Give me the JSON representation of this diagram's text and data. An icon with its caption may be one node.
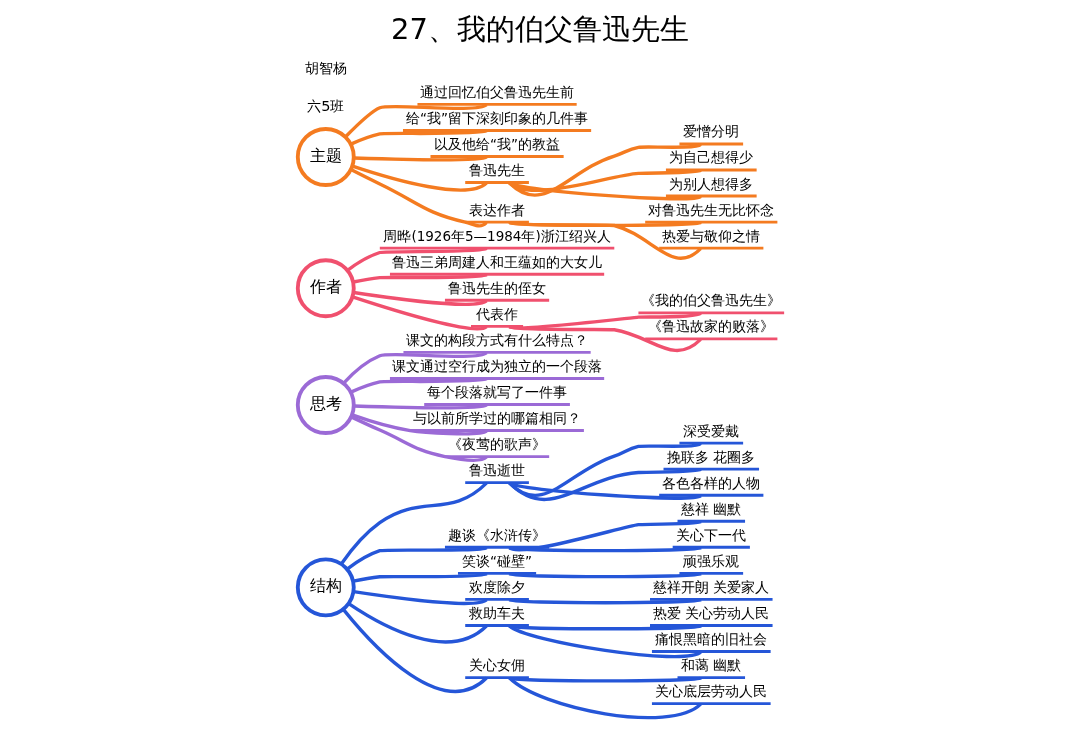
{
  "diagram": {
    "title": "27、我的伯父鲁迅先生",
    "nodes": [
      {
        "text": [
          "主题"
        ]
      },
      {
        "text": [
          "通过回忆伯父鲁迅先生前"
        ]
      },
      {
        "text": [
          "给“我”留下深刻印象的几件事"
        ]
      },
      {
        "text": [
          "以及他给“我”的教益"
        ]
      },
      {
        "text": [
          "鲁迅先生"
        ]
      },
      {
        "text": [
          "爱憎分明"
        ]
      },
      {
        "text": [
          "为自己想得少"
        ]
      },
      {
        "text": [
          "为别人想得多"
        ]
      },
      {
        "text": [
          "表达作者"
        ]
      },
      {
        "text": [
          "对鲁迅先生无比怀念"
        ]
      },
      {
        "text": [
          "热爱与敬仰之情"
        ]
      },
      {
        "text": [
          "作者"
        ]
      },
      {
        "text": [
          "周晔(1926年5—1984年)浙江绍兴人"
        ]
      },
      {
        "text": [
          "鲁迅三弟周建人和王蕴如的大女儿"
        ]
      },
      {
        "text": [
          "鲁迅先生的侄女"
        ]
      },
      {
        "text": [
          "代表作"
        ]
      },
      {
        "text": [
          "《我的伯父鲁迅先生》"
        ]
      },
      {
        "text": [
          "《鲁迅故家的败落》"
        ]
      },
      {
        "text": [
          "思考"
        ]
      },
      {
        "text": [
          "课文的构段方式有什么特点？"
        ]
      },
      {
        "text": [
          "课文通过空行成为独立的一个段落"
        ]
      },
      {
        "text": [
          "每个段落就写了一件事"
        ]
      },
      {
        "text": [
          "与以前所学过的哪篇相同？"
        ]
      },
      {
        "text": [
          "《夜莺的歌声》"
        ]
      },
      {
        "text": [
          "结构"
        ]
      },
      {
        "text": [
          "鲁迅逝世"
        ]
      },
      {
        "text": [
          "深受爱戴"
        ]
      },
      {
        "text": [
          "挽联多 花圈多"
        ]
      },
      {
        "text": [
          "各色各样的人物"
        ]
      },
      {
        "text": [
          "趣谈《水浒传》"
        ]
      },
      {
        "text": [
          "慈祥 幽默"
        ]
      },
      {
        "text": [
          "关心下一代"
        ]
      },
      {
        "text": [
          "笑谈“碰壁”"
        ]
      },
      {
        "text": [
          "顽强乐观"
        ]
      },
      {
        "text": [
          "欢度除夕"
        ]
      },
      {
        "text": [
          "慈祥开朗 关爱家人"
        ]
      },
      {
        "text": [
          "救助车夫"
        ]
      },
      {
        "text": [
          "热爱 关心劳动人民"
        ]
      },
      {
        "text": [
          "痛恨黑暗的旧社会"
        ]
      },
      {
        "text": [
          "关心女佣"
        ]
      },
      {
        "text": [
          "和蔼 幽默"
        ]
      },
      {
        "text": [
          "关心底层劳动人民"
        ]
      }
    ],
    "edges": [
      {
        "from": 0,
        "to": 1,
        "arrow": "none",
        "color": "#f47b20"
      },
      {
        "from": 0,
        "to": 2,
        "arrow": "none",
        "color": "#f47b20"
      },
      {
        "from": 0,
        "to": 3,
        "arrow": "none",
        "color": "#f47b20"
      },
      {
        "from": 0,
        "to": 4,
        "arrow": "none",
        "color": "#f47b20"
      },
      {
        "from": 4,
        "to": 5,
        "arrow": "none",
        "color": "#f47b20"
      },
      {
        "from": 4,
        "to": 6,
        "arrow": "none",
        "color": "#f47b20"
      },
      {
        "from": 4,
        "to": 7,
        "arrow": "none",
        "color": "#f47b20"
      },
      {
        "from": 0,
        "to": 8,
        "arrow": "none",
        "color": "#f47b20"
      },
      {
        "from": 8,
        "to": 9,
        "arrow": "none",
        "color": "#f47b20"
      },
      {
        "from": 8,
        "to": 10,
        "arrow": "none",
        "color": "#f47b20"
      },
      {
        "from": 11,
        "to": 12,
        "arrow": "none",
        "color": "#f0506e"
      },
      {
        "from": 11,
        "to": 13,
        "arrow": "none",
        "color": "#f0506e"
      },
      {
        "from": 11,
        "to": 14,
        "arrow": "none",
        "color": "#f0506e"
      },
      {
        "from": 11,
        "to": 15,
        "arrow": "none",
        "color": "#f0506e"
      },
      {
        "from": 15,
        "to": 16,
        "arrow": "none",
        "color": "#f0506e"
      },
      {
        "from": 15,
        "to": 17,
        "arrow": "none",
        "color": "#f0506e"
      },
      {
        "from": 18,
        "to": 19,
        "arrow": "none",
        "color": "#9b6ad6"
      },
      {
        "from": 18,
        "to": 20,
        "arrow": "none",
        "color": "#9b6ad6"
      },
      {
        "from": 18,
        "to": 21,
        "arrow": "none",
        "color": "#9b6ad6"
      },
      {
        "from": 18,
        "to": 22,
        "arrow": "none",
        "color": "#9b6ad6"
      },
      {
        "from": 18,
        "to": 23,
        "arrow": "none",
        "color": "#9b6ad6"
      },
      {
        "from": 24,
        "to": 25,
        "arrow": "none",
        "color": "#2556d8"
      },
      {
        "from": 25,
        "to": 26,
        "arrow": "none",
        "color": "#2556d8"
      },
      {
        "from": 25,
        "to": 27,
        "arrow": "none",
        "color": "#2556d8"
      },
      {
        "from": 25,
        "to": 28,
        "arrow": "none",
        "color": "#2556d8"
      },
      {
        "from": 24,
        "to": 29,
        "arrow": "none",
        "color": "#2556d8"
      },
      {
        "from": 29,
        "to": 30,
        "arrow": "none",
        "color": "#2556d8"
      },
      {
        "from": 29,
        "to": 31,
        "arrow": "none",
        "color": "#2556d8"
      },
      {
        "from": 24,
        "to": 32,
        "arrow": "none",
        "color": "#2556d8"
      },
      {
        "from": 32,
        "to": 33,
        "arrow": "none",
        "color": "#2556d8"
      },
      {
        "from": 24,
        "to": 34,
        "arrow": "none",
        "color": "#2556d8"
      },
      {
        "from": 34,
        "to": 35,
        "arrow": "none",
        "color": "#2556d8"
      },
      {
        "from": 24,
        "to": 36,
        "arrow": "none",
        "color": "#2556d8"
      },
      {
        "from": 36,
        "to": 37,
        "arrow": "none",
        "color": "#2556d8"
      },
      {
        "from": 36,
        "to": 38,
        "arrow": "none",
        "color": "#2556d8"
      },
      {
        "from": 24,
        "to": 39,
        "arrow": "none",
        "color": "#2556d8"
      },
      {
        "from": 39,
        "to": 40,
        "arrow": "none",
        "color": "#2556d8"
      },
      {
        "from": 39,
        "to": 41,
        "arrow": "none",
        "color": "#2556d8"
      }
    ],
    "labels": [
      "六5班",
      "胡智杨"
    ]
  }
}
